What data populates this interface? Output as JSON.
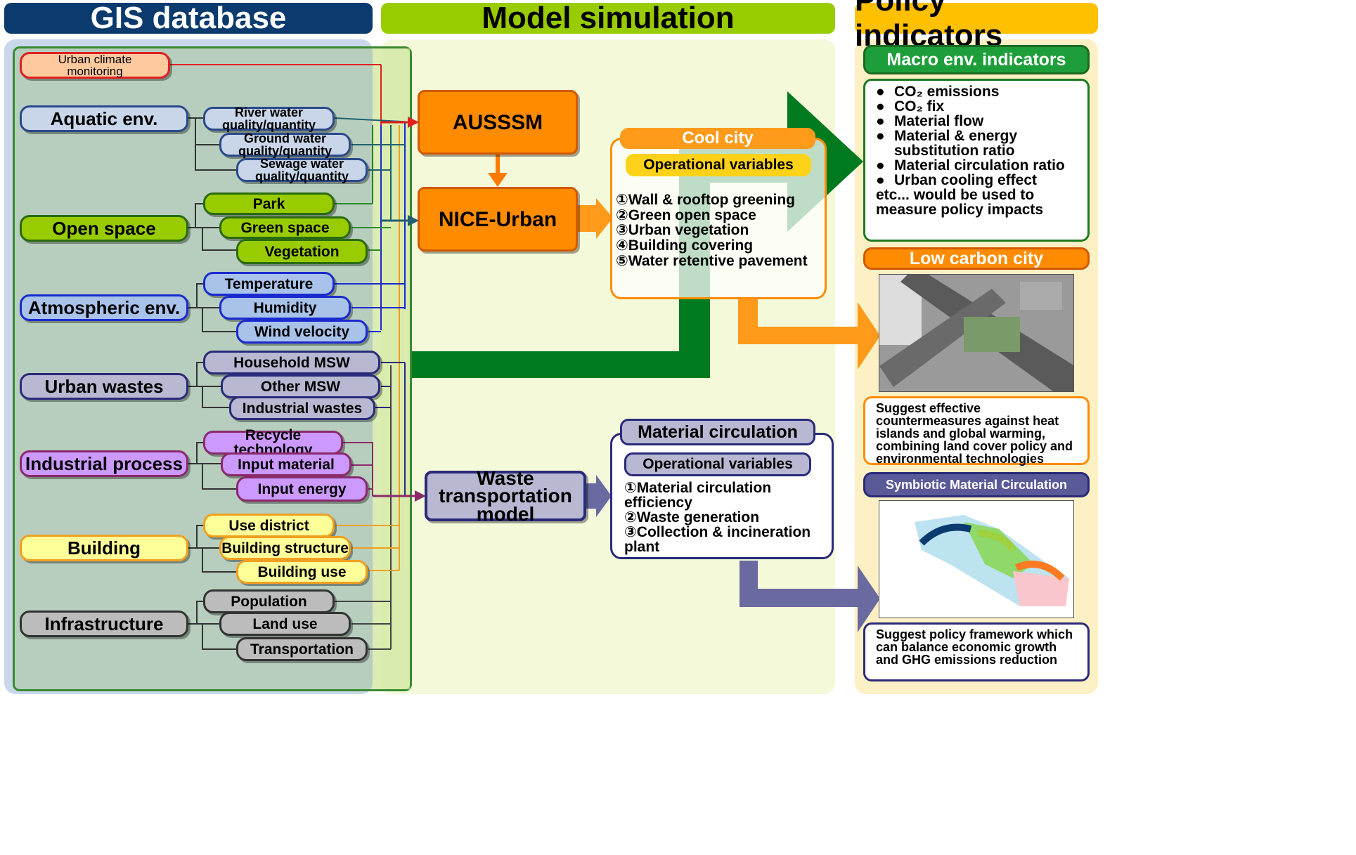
{
  "headers": {
    "gis": "GIS database",
    "model": "Model simulation",
    "policy": "Policy indicators"
  },
  "colors": {
    "navy": "#0a3a6e",
    "lime": "#99cc00",
    "gold": "#ffc000",
    "orange": "#ff8c00",
    "darkgreen": "#007a1e",
    "purple": "#6a5fa8",
    "green": "#1e9e3a"
  },
  "gis": {
    "monitoring": "Urban climate monitoring",
    "categories": [
      {
        "label": "Aquatic env.",
        "items": [
          "River water quality/quantity",
          "Ground water quality/quantity",
          "Sewage water quality/quantity"
        ]
      },
      {
        "label": "Open space",
        "items": [
          "Park",
          "Green space",
          "Vegetation"
        ]
      },
      {
        "label": "Atmospheric env.",
        "items": [
          "Temperature",
          "Humidity",
          "Wind velocity"
        ]
      },
      {
        "label": "Urban wastes",
        "items": [
          "Household MSW",
          "Other MSW",
          "Industrial wastes"
        ]
      },
      {
        "label": "Industrial process",
        "items": [
          "Recycle technology",
          "Input material",
          "Input energy"
        ]
      },
      {
        "label": "Building",
        "items": [
          "Use district",
          "Building structure",
          "Building use"
        ]
      },
      {
        "label": "Infrastructure",
        "items": [
          "Population",
          "Land use",
          "Transportation"
        ]
      }
    ]
  },
  "models": {
    "aussm": "AUSSSM",
    "nice": "NICE-Urban",
    "waste": "Waste transportation model"
  },
  "cool_city": {
    "title": "Cool city",
    "op_title": "Operational variables",
    "items": [
      "①Wall & rooftop greening",
      "②Green open space",
      "③Urban vegetation",
      "④Building covering",
      "⑤Water retentive pavement"
    ]
  },
  "material_circ": {
    "title": "Material circulation",
    "op_title": "Operational variables",
    "items": [
      "①Material circulation efficiency",
      "②Waste generation",
      "③Collection & incineration plant"
    ]
  },
  "policy": {
    "macro_title": "Macro env. indicators",
    "macro_items": [
      "CO₂ emissions",
      "CO₂ fix",
      "Material flow",
      "Material & energy substitution ratio",
      "Material circulation ratio",
      "Urban cooling effect"
    ],
    "macro_tail": "etc... would be used to measure policy impacts",
    "low_carbon_title": "Low carbon city",
    "low_carbon_text": "Suggest effective countermeasures against heat islands and global warming, combining land cover policy and environmental technologies",
    "symbiotic_title": "Symbiotic Material Circulation",
    "symbiotic_text": "Suggest policy framework which can balance economic growth and GHG emissions reduction"
  }
}
